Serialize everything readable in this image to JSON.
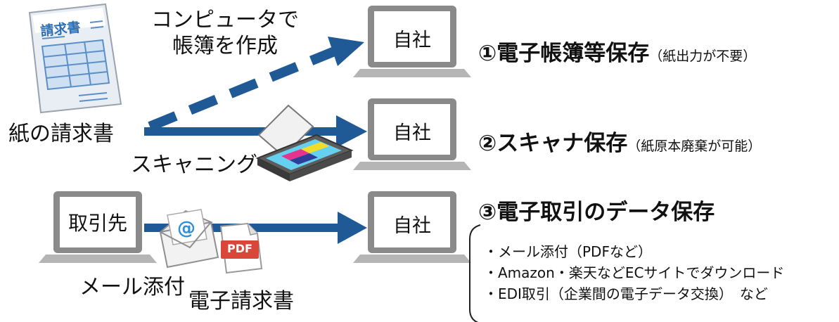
{
  "paper_invoice": {
    "doc_title": "請求書",
    "label": "紙の請求書"
  },
  "flows": [
    {
      "action_label_lines": [
        "コンピュータで",
        "帳簿を作成"
      ],
      "target_label": "自社",
      "heading": "①電子帳簿等保存",
      "heading_note": "（紙出力が不要）"
    },
    {
      "action_label": "スキャニング",
      "target_label": "自社",
      "heading": "②スキャナ保存",
      "heading_note": "（紙原本廃棄が可能）"
    },
    {
      "source_label": "取引先",
      "target_label": "自社",
      "heading": "③電子取引のデータ保存",
      "attachment_label": "メール添付",
      "e_invoice_label": "電子請求書",
      "pdf_badge": "PDF",
      "email_symbol": "@",
      "examples": [
        "・メール添付（PDFなど）",
        "・Amazon・楽天などECサイトでダウンロード",
        "・EDI取引（企業間の電子データ交換）　など"
      ]
    }
  ],
  "colors": {
    "arrow": "#1f5a96",
    "laptop_body": "#8a8a8a",
    "laptop_base": "#b5b5b5",
    "invoice_blue": "#5a8fc8",
    "pdf_red": "#d9473a",
    "scanner_glass": "#66d0f0"
  },
  "icons": [
    "invoice-document-icon",
    "scanner-icon",
    "email-envelope-icon",
    "pdf-file-icon",
    "laptop-icon"
  ]
}
